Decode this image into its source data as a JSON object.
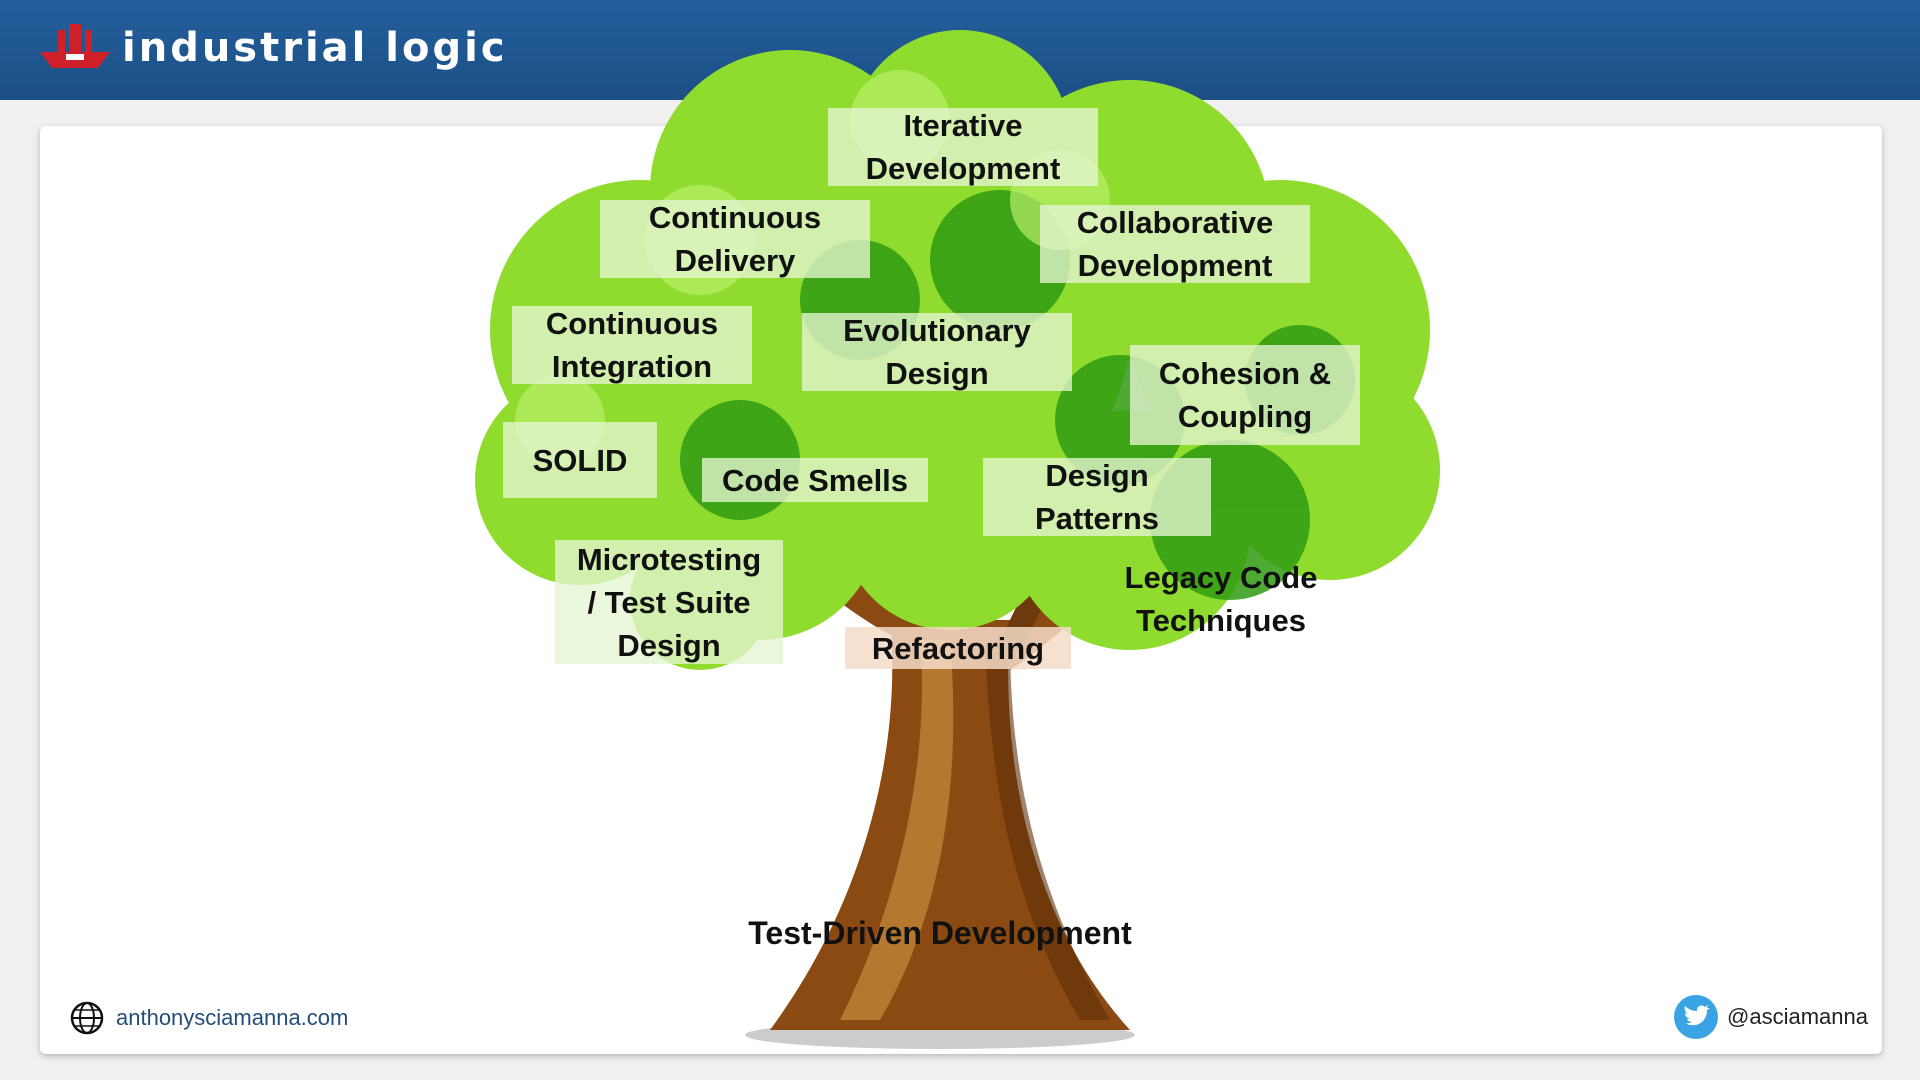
{
  "header": {
    "brand": "industrial logic",
    "colors": {
      "bar": "#1b4f85",
      "logo": "#d0202a"
    }
  },
  "diagram": {
    "caption": "Test-Driven Development",
    "labels": {
      "iterative": "Iterative\nDevelopment",
      "continuous_delivery": "Continuous\nDelivery",
      "collaborative": "Collaborative\nDevelopment",
      "continuous_integration": "Continuous\nIntegration",
      "evolutionary": "Evolutionary\nDesign",
      "cohesion": "Cohesion &\nCoupling",
      "solid": "SOLID",
      "code_smells": "Code Smells",
      "design_patterns": "Design\nPatterns",
      "microtesting": "Microtesting\n/ Test Suite\nDesign",
      "legacy": "Legacy Code\nTechniques",
      "refactoring": "Refactoring"
    },
    "colors": {
      "leaf_light": "#8fdc2e",
      "leaf_dark": "#2f9b12",
      "trunk": "#8a4a12"
    }
  },
  "footer": {
    "website": "anthonysciamanna.com",
    "website_icon": "globe-icon",
    "twitter": "@asciamanna",
    "twitter_icon": "twitter-bird-icon",
    "twitter_color": "#3aa3e3"
  }
}
